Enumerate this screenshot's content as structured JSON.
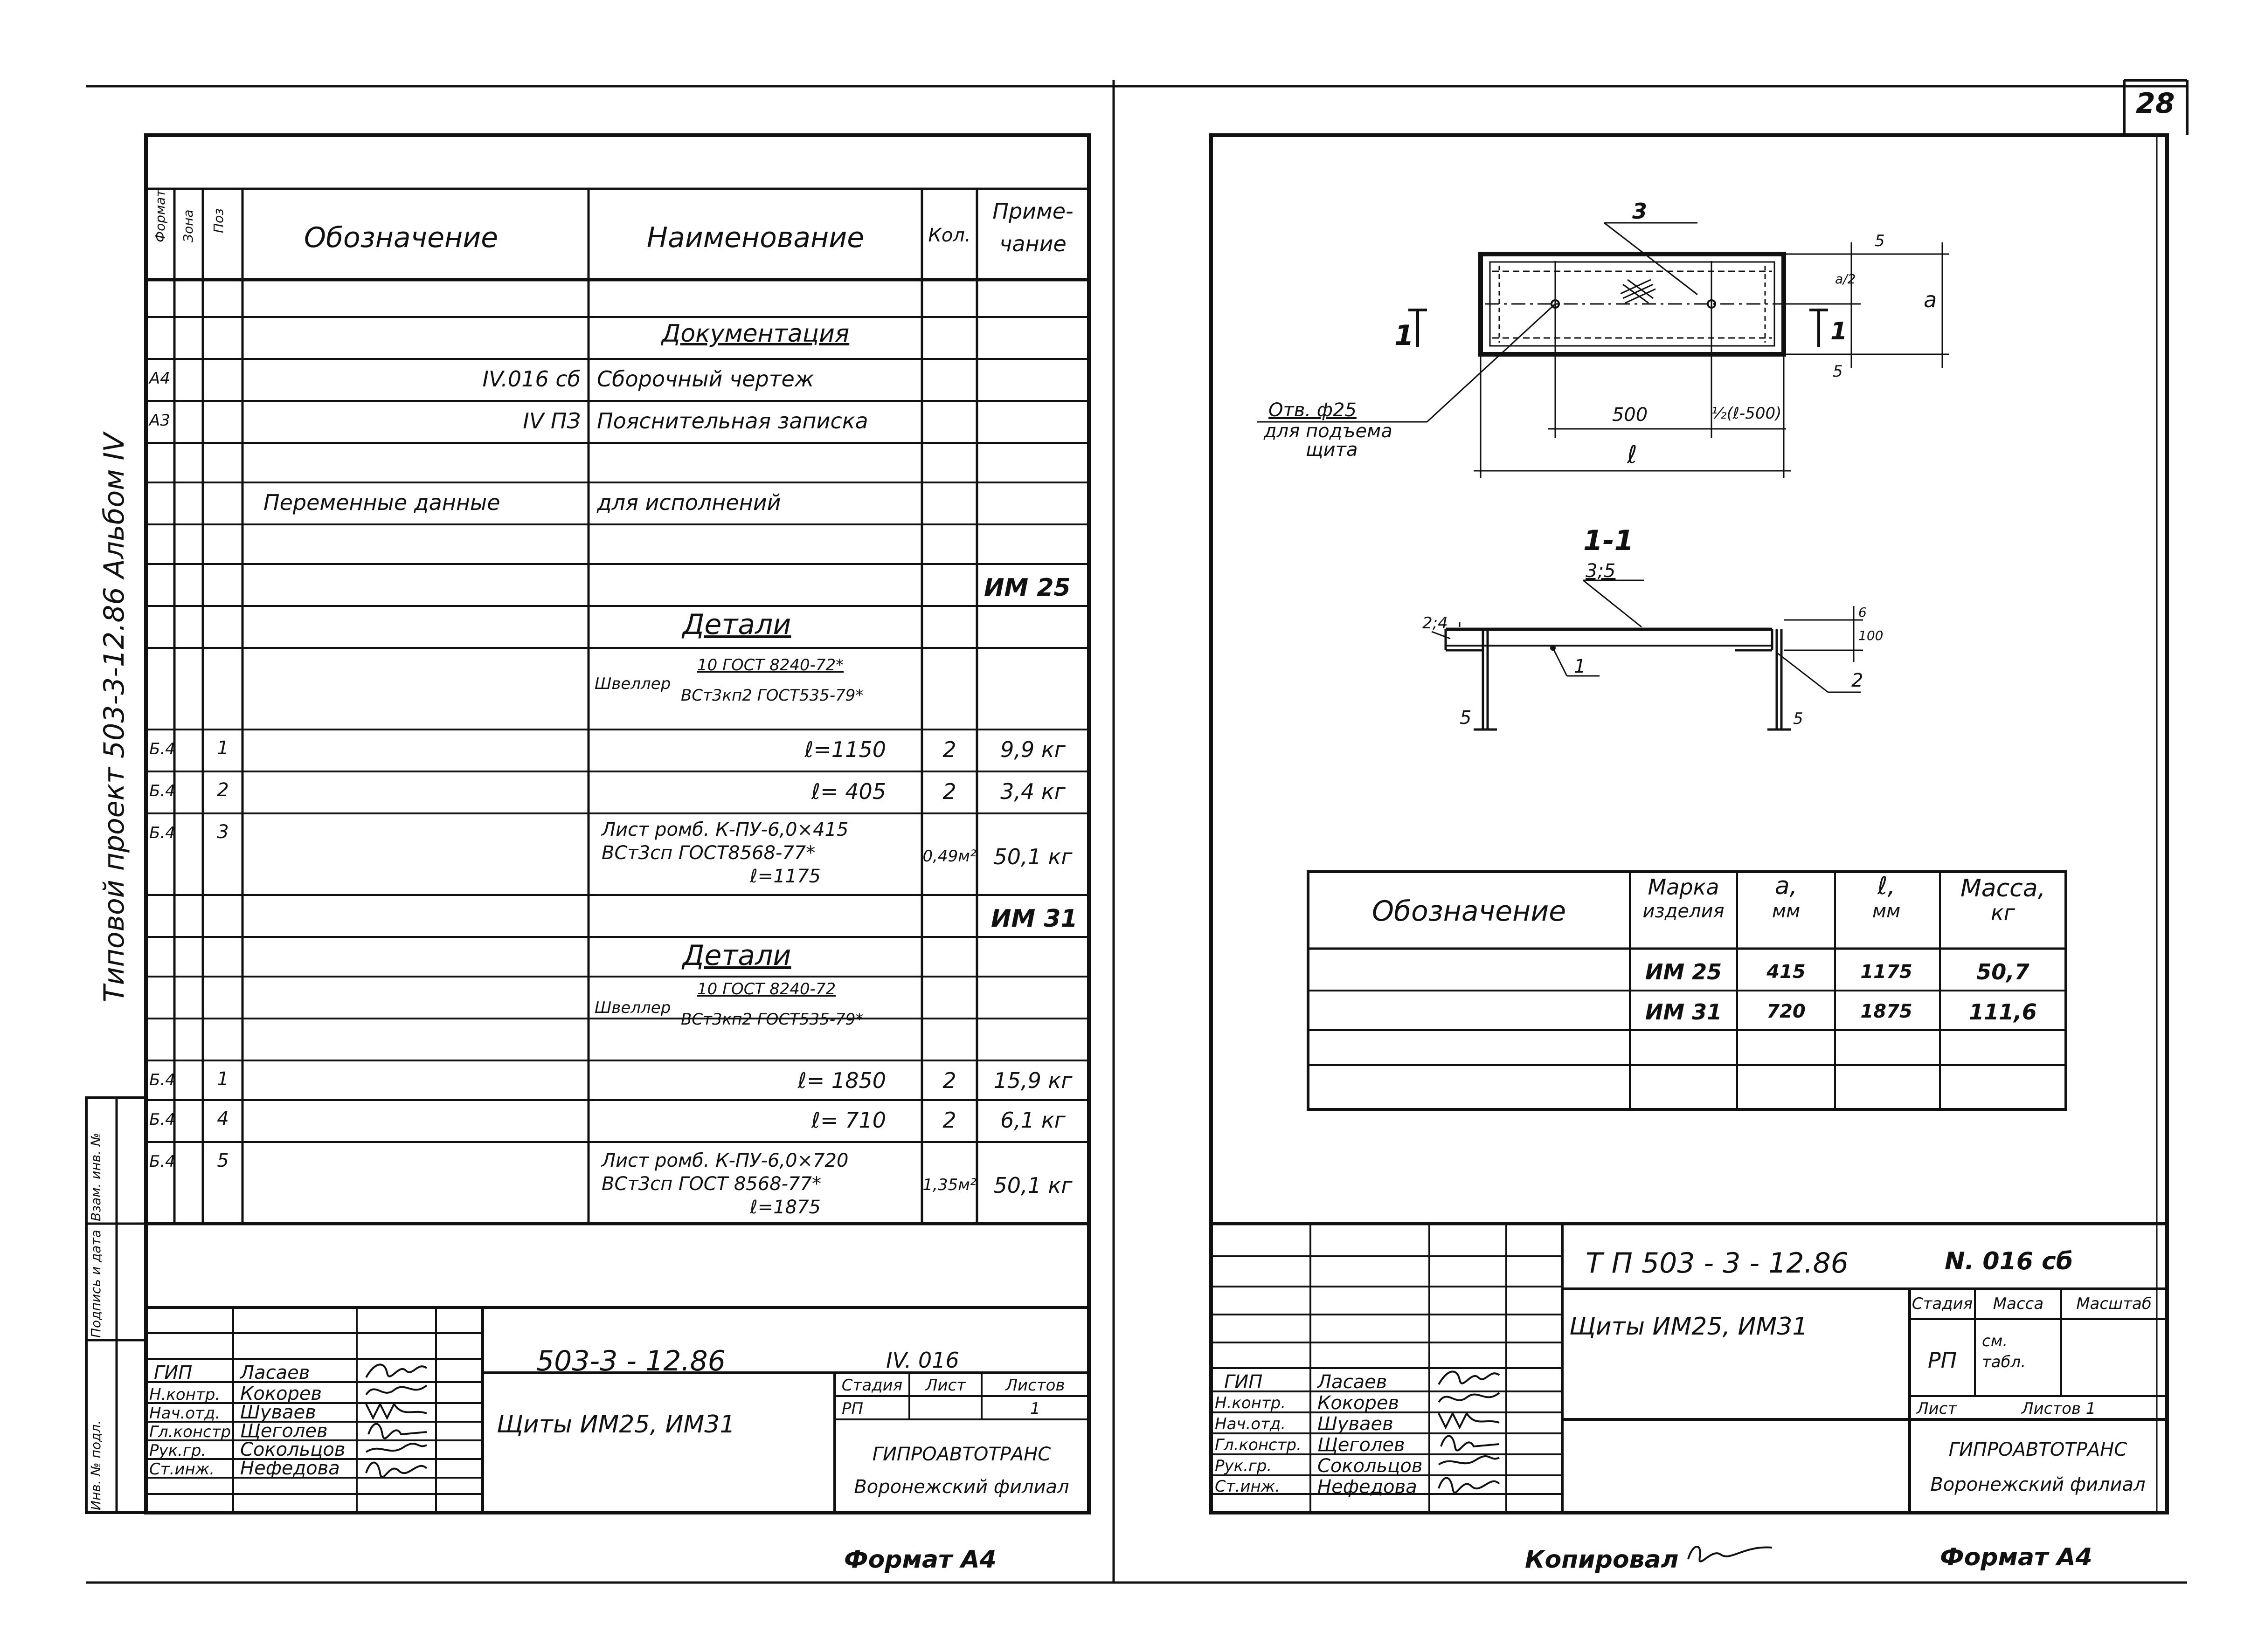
{
  "page_number": "28",
  "side_stamp": {
    "project": "Типовой проект 503-3-12.86 Альбом IV",
    "inv_no": "Инв. № подл.",
    "sign_date": "Подпись и дата",
    "replace_inv": "Взам. инв. №"
  },
  "spec": {
    "headers": {
      "format": "Формат",
      "zone": "Зона",
      "pos": "Поз",
      "designation": "Обозначение",
      "name": "Наименование",
      "qty": "Кол.",
      "note_1": "Приме-",
      "note_2": "чание"
    },
    "section_doc": "Документация",
    "doc_rows": [
      {
        "fmt": "А4",
        "des": "IV.016 сб",
        "name": "Сборочный чертеж"
      },
      {
        "fmt": "А3",
        "des": "IV    ПЗ",
        "name": "Пояснительная записка"
      }
    ],
    "var_left": "Переменные данные",
    "var_right": "для исполнений",
    "im25": {
      "mark": "ИМ 25",
      "section": "Детали",
      "channel_prefix": "Швеллер",
      "channel_top": "10 ГОСТ 8240-72*",
      "channel_bottom": "ВСт3кп2 ГОСТ535-79*",
      "rows": [
        {
          "fmt": "Б.4",
          "pos": "1",
          "name": "ℓ=1150",
          "qty": "2",
          "note": "9,9 кг"
        },
        {
          "fmt": "Б.4",
          "pos": "2",
          "name": "ℓ= 405",
          "qty": "2",
          "note": "3,4 кг"
        }
      ],
      "sheet": {
        "fmt": "Б.4",
        "pos": "3",
        "l1": "Лист ромб. К-ПУ-6,0×415",
        "l2": "ВСт3сп ГОСТ8568-77*",
        "l3": "ℓ=1175",
        "qty": "0,49м²",
        "note": "50,1 кг"
      }
    },
    "im31": {
      "mark": "ИМ 31",
      "section": "Детали",
      "channel_prefix": "Швеллер",
      "channel_top": "10 ГОСТ 8240-72",
      "channel_bottom": "ВСт3кп2 ГОСТ535-79*",
      "rows": [
        {
          "fmt": "Б.4",
          "pos": "1",
          "name": "ℓ= 1850",
          "qty": "2",
          "note": "15,9 кг"
        },
        {
          "fmt": "Б.4",
          "pos": "4",
          "name": "ℓ= 710",
          "qty": "2",
          "note": "6,1 кг"
        }
      ],
      "sheet": {
        "fmt": "Б.4",
        "pos": "5",
        "l1": "Лист ромб. К-ПУ-6,0×720",
        "l2": "ВСт3сп ГОСТ 8568-77*",
        "l3": "ℓ=1875",
        "qty": "1,35м²",
        "note": "50,1 кг"
      }
    }
  },
  "left_title": {
    "code": "503-3 - 12.86",
    "sheet_code": "IV. 016",
    "title": "Щиты ИМ25, ИМ31",
    "stage_h": "Стадия",
    "sheet_h": "Лист",
    "sheets_h": "Листов",
    "stage": "РП",
    "sheets": "1",
    "org": "ГИПРОАВТОТРАНС",
    "branch": "Воронежский филиал"
  },
  "staff": [
    {
      "role": "ГИП",
      "name": "Ласаев"
    },
    {
      "role": "Н.контр.",
      "name": "Кокорев"
    },
    {
      "role": "Нач.отд.",
      "name": "Шуваев"
    },
    {
      "role": "Гл.констр.",
      "name": "Щеголев"
    },
    {
      "role": "Рук.гр.",
      "name": "Сокольцов"
    },
    {
      "role": "Ст.инж.",
      "name": "Нефедова"
    }
  ],
  "format_label": "Формат А4",
  "copied": "Копировал",
  "drawing": {
    "callout_3": "3",
    "cut_mark": "1",
    "hole_1": "Отв. ф25",
    "hole_2": "для подъема",
    "hole_3": "щита",
    "dim_500": "500",
    "dim_rest": "½(ℓ-500)",
    "dim_l": "ℓ",
    "dim_a": "a",
    "dim_a2": "a/2",
    "dim_5": "5",
    "section_title": "1-1",
    "sec_3_5": "3;5",
    "sec_2_4": "2;4",
    "sec_1": "1",
    "sec_2": "2",
    "sec_5": "5",
    "sec_100": "100",
    "sec_6": "6"
  },
  "var_table": {
    "headers": {
      "des": "Обозначение",
      "mark_1": "Марка",
      "mark_2": "изделия",
      "a_1": "a,",
      "a_2": "мм",
      "l_1": "ℓ,",
      "l_2": "мм",
      "m_1": "Масса,",
      "m_2": "кг"
    },
    "rows": [
      {
        "mark": "ИМ 25",
        "a": "415",
        "l": "1175",
        "mass": "50,7"
      },
      {
        "mark": "ИМ 31",
        "a": "720",
        "l": "1875",
        "mass": "111,6"
      }
    ]
  },
  "right_title": {
    "code": "Т П  503 - 3 - 12.86",
    "sheet_code": "N. 016 сб",
    "title": "Щиты ИМ25, ИМ31",
    "stage_h": "Стадия",
    "mass_h": "Масса",
    "scale_h": "Масштаб",
    "stage": "РП",
    "mass_1": "см.",
    "mass_2": "табл.",
    "sheet_h": "Лист",
    "sheets_h": "Листов 1",
    "org": "ГИПРОАВТОТРАНС",
    "branch": "Воронежский филиал"
  }
}
